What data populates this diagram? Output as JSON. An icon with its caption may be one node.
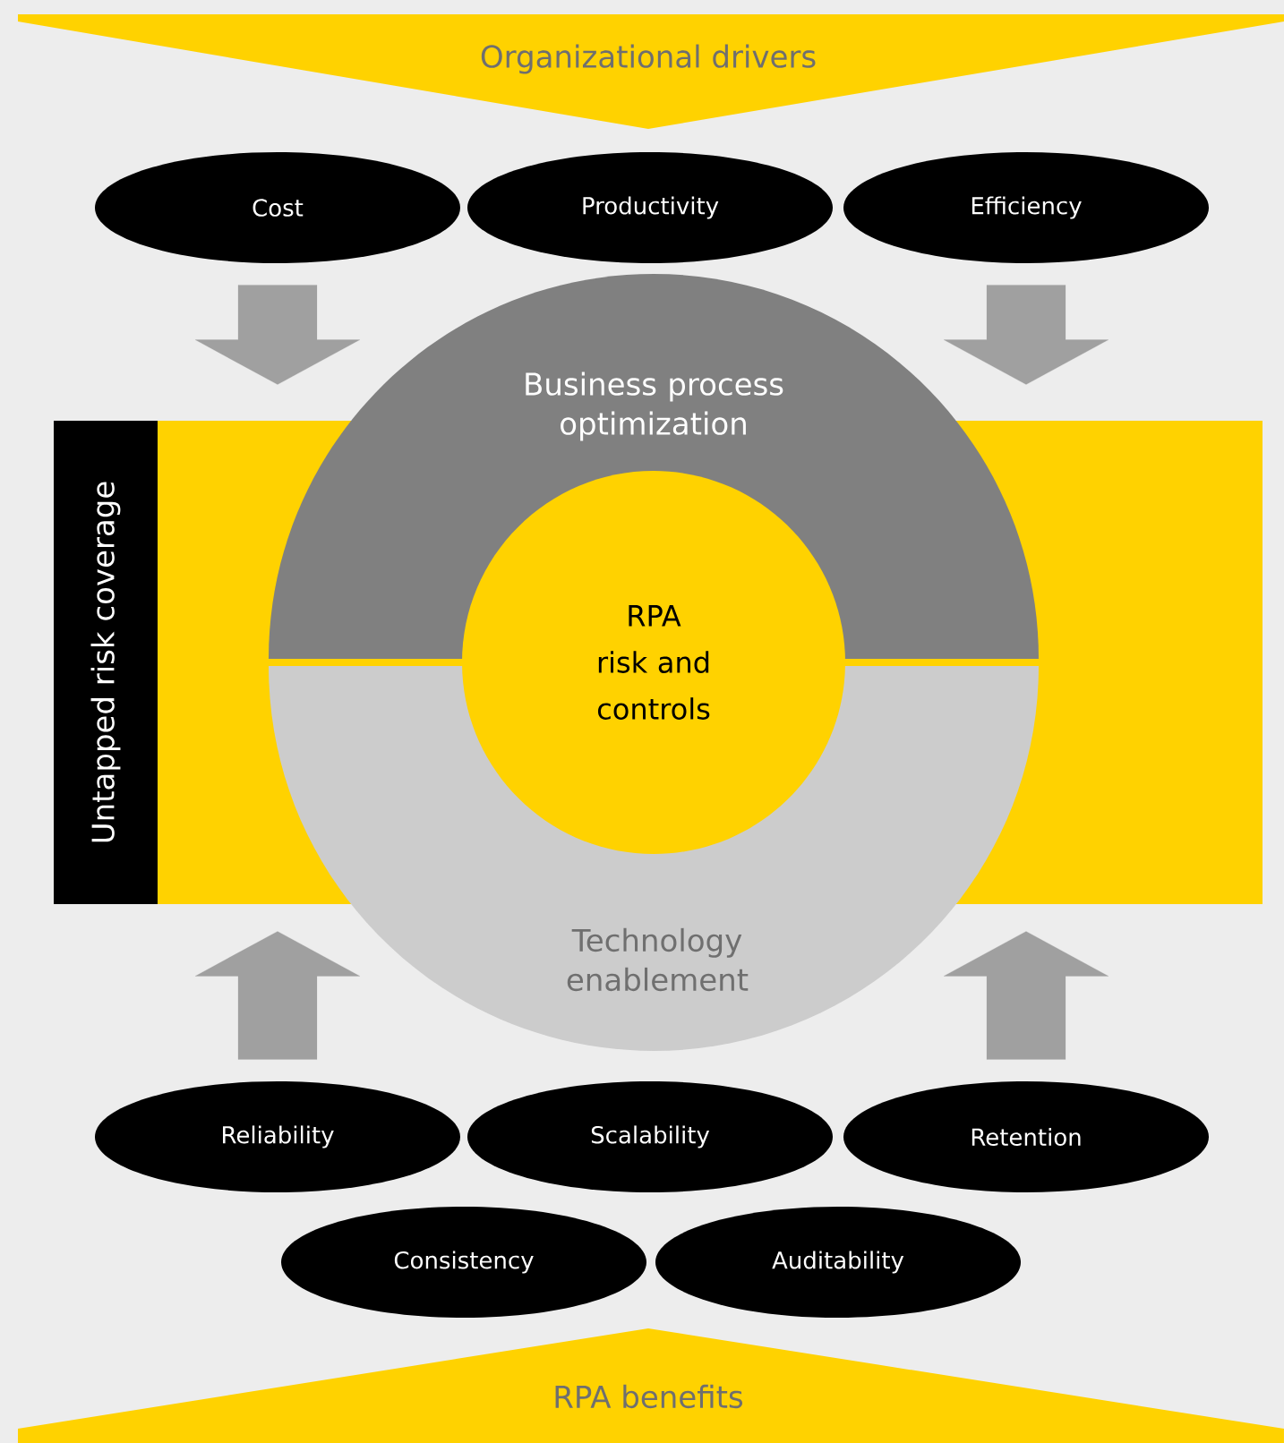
{
  "diagram": {
    "nodes": [
      {
        "text": [
          "Organizational drivers"
        ]
      },
      {
        "text": [
          "Cost"
        ]
      },
      {
        "text": [
          "Productivity"
        ]
      },
      {
        "text": [
          "Efficiency"
        ]
      },
      {
        "text": [
          "Business process optimization"
        ]
      },
      {
        "text": [
          "RPA risk and controls"
        ]
      },
      {
        "text": [
          "Technology enablement"
        ]
      },
      {
        "text": [
          "Untapped risk coverage"
        ]
      },
      {
        "text": [
          "Reliability"
        ]
      },
      {
        "text": [
          "Scalability"
        ]
      },
      {
        "text": [
          "Retention"
        ]
      },
      {
        "text": [
          "Consistency"
        ]
      },
      {
        "text": [
          "Auditability"
        ]
      },
      {
        "text": [
          "RPA benefits"
        ]
      }
    ],
    "edges": [
      {
        "from": 1,
        "to": 4,
        "arrow": "to"
      },
      {
        "from": 3,
        "to": 4,
        "arrow": "to"
      },
      {
        "from": 8,
        "to": 6,
        "arrow": "to"
      },
      {
        "from": 10,
        "to": 6,
        "arrow": "to"
      }
    ]
  }
}
